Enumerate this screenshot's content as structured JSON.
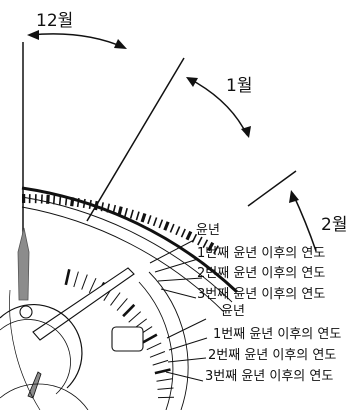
{
  "labels": {
    "month_12": "12월",
    "month_1": "1월",
    "month_2": "2월",
    "group_a": {
      "leap_year": "윤년",
      "after_1st": "1번째 윤년 이후의 연도",
      "after_2nd": "2번째 윤년 이후의 연도",
      "after_3rd": "3번째 윤년 이후의 연도"
    },
    "group_b": {
      "leap_year": "윤년",
      "after_1st": "1번째 윤년 이후의 연도",
      "after_2nd": "2번째 윤년 이후의 연도",
      "after_3rd": "3번째 윤년 이후의 연도"
    }
  },
  "colors": {
    "ink": "#111111",
    "hand_gray": "#8c8c8c",
    "background": "#ffffff"
  }
}
